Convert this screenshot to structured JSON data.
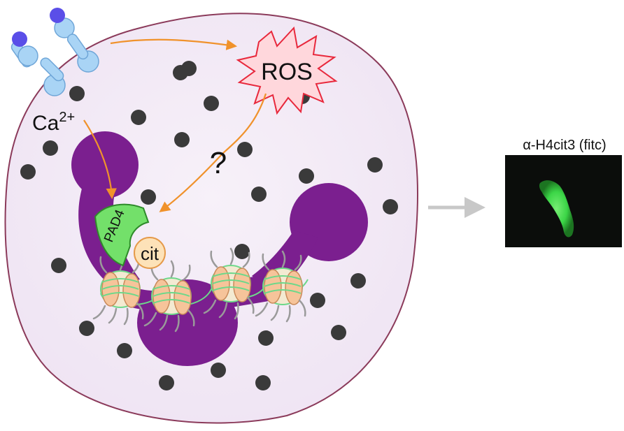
{
  "labels": {
    "calcium_base": "Ca",
    "calcium_charge": "2+",
    "ros": "ROS",
    "question": "?",
    "pad4": "PAD4",
    "cit": "cit",
    "panel_title": "α-H4cit3 (fitc)"
  },
  "colors": {
    "cell_fill": "#f3eaf6",
    "cell_outline": "#8b3a5a",
    "nucleus": "#7b1f8f",
    "granule": "#3a3a3a",
    "arrow": "#f0922b",
    "ros_fill": "#ffd7dc",
    "ros_outline": "#e8283c",
    "receptor": "#a9d4f5",
    "receptor_ball": "#5a4ee8",
    "pad4_fill": "#73e06a",
    "pad4_outline": "#2e8a2a",
    "cit_fill": "#fde2b8",
    "nucleosome": "#f6c49a",
    "dna": "#6dd88a",
    "histone_tail": "#9a9a9a",
    "transition_arrow": "#c8c8c8",
    "panel_bg": "#0b0d0b",
    "fluorescence": "#3ee04a"
  },
  "icons": [
    "receptor-icon",
    "ros-burst-icon",
    "pad4-enzyme-icon",
    "nucleosome-icon",
    "transition-arrow-icon"
  ]
}
